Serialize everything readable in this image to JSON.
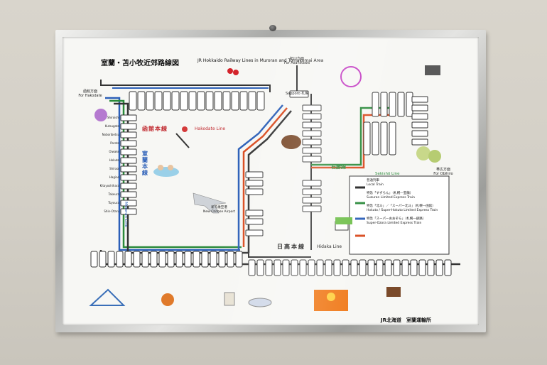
{
  "map": {
    "title_jp": "室蘭・苫小牧近郊路線図",
    "title_en": "JR Hokkaido Railway Lines in Muroran and Tomakomai Area",
    "hakodate_dir_jp": "函館方面",
    "hakodate_dir_en": "For Hakodate",
    "asahikawa_dir_jp": "旭川方面",
    "asahikawa_dir_en": "For Asahikawa",
    "obihiro_dir_jp": "帯広方面",
    "obihiro_dir_en": "For Obihiro",
    "hakodate_line_jp": "函館本線",
    "hakodate_line_en": "Hakodate Line",
    "muroran_line_jp": "室蘭本線",
    "muroran_line_en": "Muroran Line",
    "sekisho_line_jp": "石勝線",
    "sekisho_line_en": "Sekishō Line",
    "hidaka_line_jp": "日高本線",
    "hidaka_line_en": "Hidaka Line",
    "sapporo_jp": "札幌",
    "sapporo_en": "Sapporo",
    "airport_jp": "新千歳空港",
    "airport_en": "New Chitose Airport",
    "footer_jp": "JR北海道　室蘭運輸所",
    "muroran_stations_en": [
      "Shiroishi",
      "Kutsugata",
      "Noboribetsu",
      "Poroto",
      "Oiwake",
      "Hokuto",
      "Shiraoi",
      "Hagino",
      "Kitayoshihara",
      "Takeura",
      "Toyoura",
      "Shin-Otaru"
    ],
    "legend": [
      {
        "jp": "普通列車",
        "en": "Local Train",
        "color": "#222222"
      },
      {
        "jp": "特急「すずらん」（札幌―室蘭）",
        "en": "Suzuran Limited Express Train",
        "color": "#2a8a3a"
      },
      {
        "jp": "特急「北斗」／「スーパー北斗」（札幌―函館）",
        "en": "Hokuto / Super-Hokuto Limited Express Train",
        "color": "#2b5fb8"
      },
      {
        "jp": "特急「スーパーおおぞら」（札幌―釧路）",
        "en": "Super-Ozora Limited Express Train",
        "color": "#d94a1e"
      }
    ]
  }
}
